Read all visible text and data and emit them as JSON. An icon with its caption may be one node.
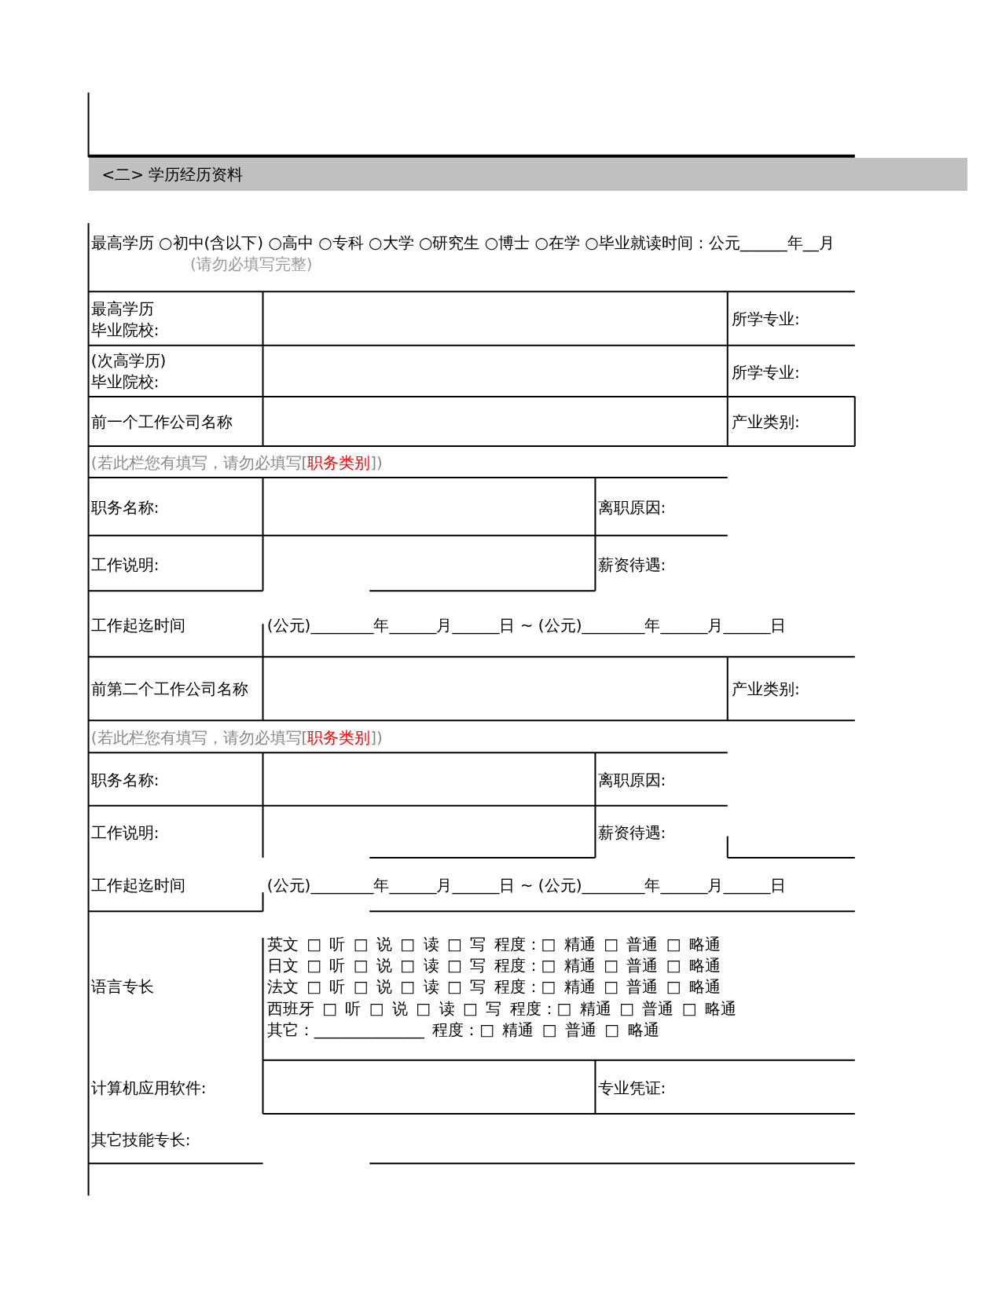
{
  "diagram": {
    "labels": [
      "<二> 学历经历资料",
      "最高学历 ○初中(含以下) ○高中 ○专科 ○大学 ○研究生 ○博士 ○在学 ○毕业就读时间：公元______年__月",
      "(请勿必填写完整)",
      "最高学历毕业院校:",
      "所学专业:",
      "(次高学历)毕业院校:",
      "所学专业:",
      "前一个工作公司名称",
      "产业类别:",
      "(若此栏您有填写，请勿必填写[",
      "职务类别",
      "])",
      "职务名称:",
      "离职原因:",
      "工作说明:",
      "薪资待遇:",
      "工作起迄时间",
      "(公元)________年______月______日 ~ (公元)________年______月______日",
      "前第二个工作公司名称",
      "产业类别:",
      "(若此栏您有填写，请勿必填写[",
      "职务类别",
      "])",
      "职务名称:",
      "离职原因:",
      "工作说明:",
      "薪资待遇:",
      "工作起迄时间",
      "(公元)________年______月______日 ~ (公元)________年______月______日",
      "语言专长",
      "英文 □ 听 □ 说 □ 读 □ 写 程度：□ 精通 □ 普通 □ 略通",
      "日文 □ 听 □ 说 □ 读 □ 写 程度：□ 精通 □ 普通 □ 略通",
      "法文 □ 听 □ 说 □ 读 □ 写 程度：□ 精通 □ 普通 □ 略通",
      "西班牙 □ 听 □ 说 □ 读 □ 写 程度：□ 精通 □ 普通 □ 略通",
      "其它：______________ 程度：□ 精通 □ 普通 □ 略通",
      "计算机应用软件:",
      "专业凭证:",
      "其它技能专长:"
    ]
  }
}
